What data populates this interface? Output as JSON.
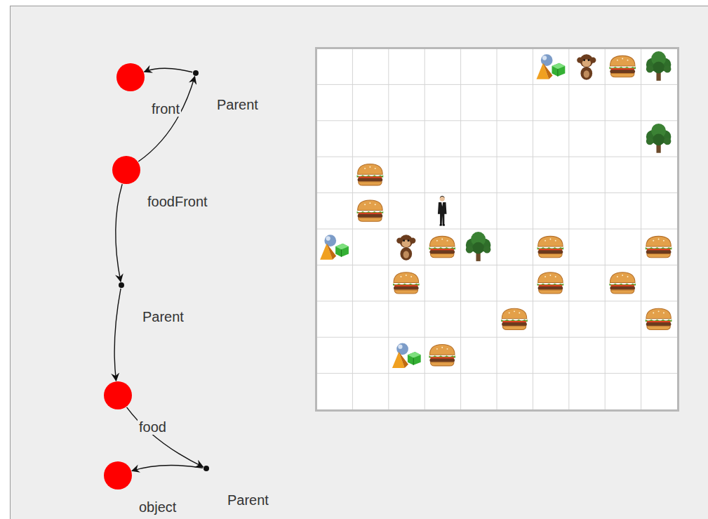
{
  "diagram": {
    "nodes": [
      {
        "text": [
          "front"
        ]
      },
      {
        "text": [
          "Parent"
        ]
      },
      {
        "text": [
          "foodFront"
        ]
      },
      {
        "text": [
          "Parent"
        ]
      },
      {
        "text": [
          "food"
        ]
      },
      {
        "text": [
          "object"
        ]
      },
      {
        "text": [
          "Parent"
        ]
      }
    ],
    "edges": [
      {
        "from": 2,
        "to": 1,
        "arrow": "to"
      },
      {
        "from": 1,
        "to": 0,
        "arrow": "to"
      },
      {
        "from": 2,
        "to": 3,
        "arrow": "to"
      },
      {
        "from": 3,
        "to": 4,
        "arrow": "to"
      },
      {
        "from": 4,
        "to": 6,
        "arrow": "to"
      },
      {
        "from": 6,
        "to": 5,
        "arrow": "to"
      }
    ]
  }
}
